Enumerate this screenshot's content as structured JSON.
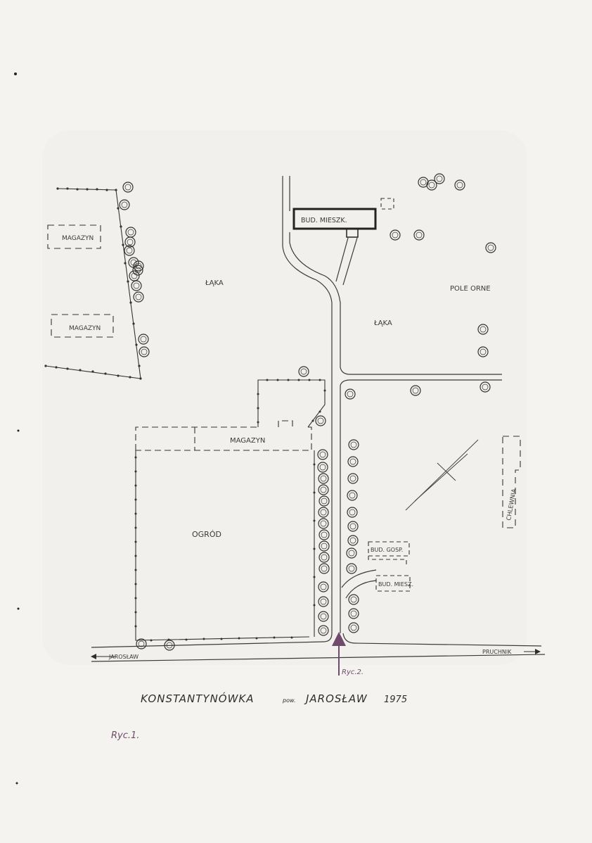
{
  "labels": {
    "magazyn_1": "MAGAZYN",
    "magazyn_2": "MAGAZYN",
    "magazyn_3": "MAGAZYN",
    "laka_west": "ŁĄKA",
    "laka_east": "ŁĄKA",
    "pole_orne": "POLE ORNE",
    "bud_mieszk": "BUD. MIESZK.",
    "ogrod": "OGRÓD",
    "chlewnia": "CHLEWNIA",
    "bud_gosp": "BUD. GOSP.",
    "bud_miesz_small": "BUD. MIESZ.",
    "road_west": "JAROSŁAW",
    "road_east": "PRUCHNIK"
  },
  "annotation": {
    "ryc2": "Ryc.2."
  },
  "caption": {
    "place": "KONSTANTYNÓWKA",
    "district": "pow.",
    "town": "JAROSŁAW",
    "year": "1975"
  },
  "figure_label": "Ryc.1.",
  "colors": {
    "ink": "#2e2e2e",
    "annotation": "#6f4a6b",
    "paper": "#f4f3ef"
  }
}
